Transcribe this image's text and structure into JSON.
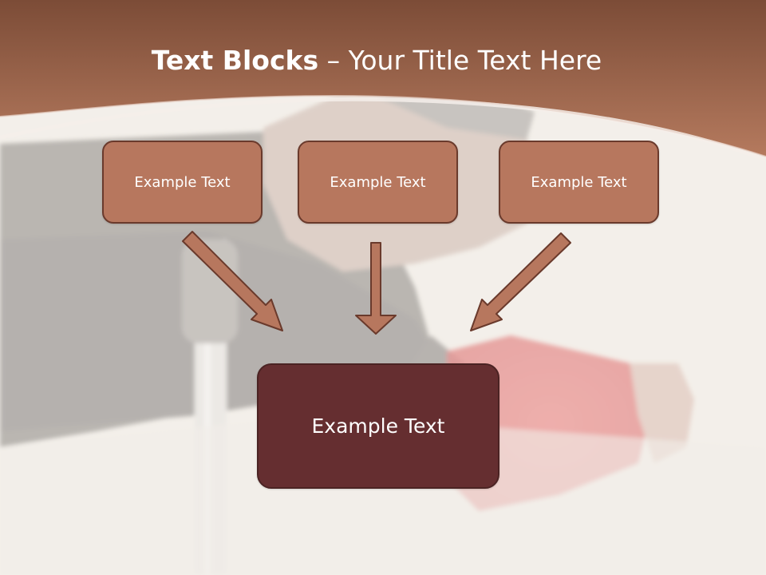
{
  "slide": {
    "title_bold": "Text Blocks",
    "title_dash": " – ",
    "title_rest": "Your Title Text Here",
    "boxes": [
      {
        "label": "Example Text"
      },
      {
        "label": "Example Text"
      },
      {
        "label": "Example Text"
      }
    ],
    "target_box": {
      "label": "Example Text"
    }
  },
  "colors": {
    "header": "#a86a4f",
    "box_fill": "#b7775e",
    "box_border": "#6a3a2c",
    "target_fill": "#652e30",
    "arrow_fill": "#b7775e"
  }
}
